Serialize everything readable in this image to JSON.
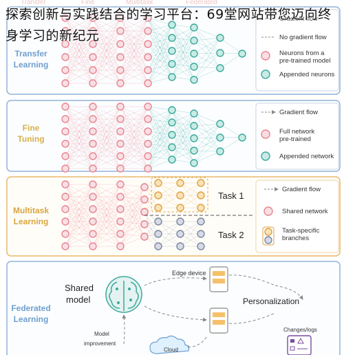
{
  "watermark": "探索创新与实践结合的学习平台：69堂网站带您迈向终身学习的新纪元",
  "colors": {
    "pink": "#e8848f",
    "pink_fill": "#f8dfe3",
    "teal": "#3aa99b",
    "teal_fill": "#c8ebe5",
    "orange": "#e0a040",
    "orange_fill": "#f9e3b8",
    "gray": "#7a86a0",
    "gray_fill": "#d7dbe6",
    "panel_blue": "#8fb3d9",
    "panel_orange": "#e9b86a",
    "label_gold": "#d8b04a",
    "label_blue": "#6f9fce"
  },
  "top_labels": [
    "Transfer",
    "Fine",
    "Multitask",
    "Federated"
  ],
  "panels": [
    {
      "title_lines": [
        "Transfer",
        "Learning"
      ],
      "legend": [
        {
          "kind": "line-dash",
          "label": "Gradient flow"
        },
        {
          "kind": "line-dash",
          "label": "No gradient flow"
        },
        {
          "kind": "dot-pink",
          "label": "Neurons from a pre-trained model"
        },
        {
          "kind": "dot-teal",
          "label": "Appended neurons"
        }
      ]
    },
    {
      "title_lines": [
        "Fine",
        "Tuning"
      ],
      "legend": [
        {
          "kind": "arrow-dash",
          "label": "Gradient flow"
        },
        {
          "kind": "dot-pink",
          "label": "Full pre-trained network"
        },
        {
          "kind": "dot-teal",
          "label": "Appended network"
        }
      ]
    },
    {
      "title_lines": [
        "Multitask",
        "Learning"
      ],
      "task1": "Task 1",
      "task2": "Task 2",
      "legend": [
        {
          "kind": "arrow-dash",
          "label": "Gradient flow"
        },
        {
          "kind": "dot-pink",
          "label": "Shared network"
        },
        {
          "kind": "dot-orange-gray",
          "label": "Task-specific branches"
        }
      ]
    },
    {
      "title_lines": [
        "Federated",
        "Learning"
      ],
      "shared_model": [
        "Shared",
        "model"
      ],
      "edge_device": "Edge device",
      "personalization": "Personalization",
      "model_improvement": [
        "Model",
        "improvement"
      ],
      "cloud": "Cloud",
      "changes_logs": "Changes/logs"
    }
  ]
}
